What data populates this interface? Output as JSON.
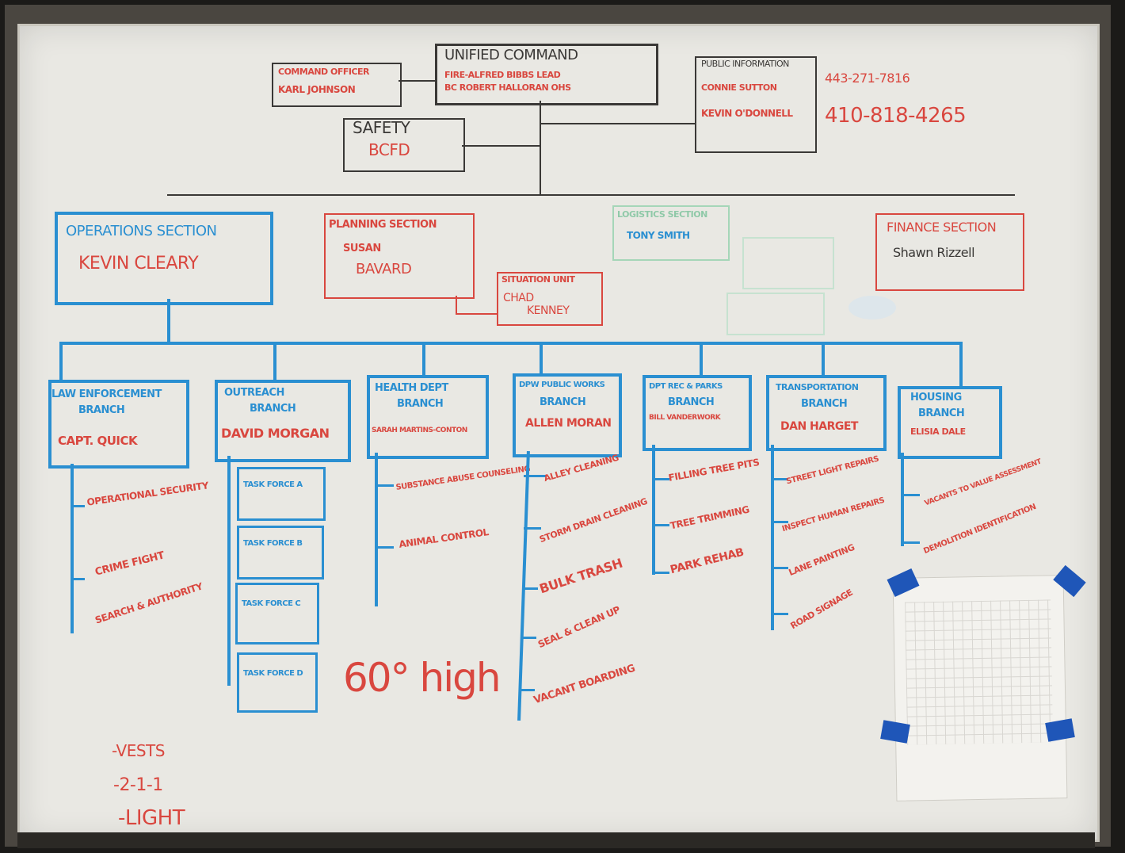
{
  "command": {
    "unified_title": "UNIFIED COMMAND",
    "unified_line1": "FIRE-ALFRED BIBBS LEAD",
    "unified_line2": "BC ROBERT HALLORAN OHS",
    "info_title": "COMMAND OFFICER",
    "info_name": "KARL JOHNSON",
    "public_title": "PUBLIC INFORMATION",
    "public_line1": "CONNIE SUTTON",
    "public_line2": "KEVIN O'DONNELL",
    "phone1": "443-271-7816",
    "phone2": "410-818-4265",
    "safety_title": "SAFETY",
    "safety_name": "BCFD"
  },
  "sections": {
    "operations_title": "OPERATIONS SECTION",
    "operations_name": "KEVIN CLEARY",
    "planning_title": "PLANNING SECTION",
    "planning_line1": "SUSAN",
    "planning_line2": "BAVARD",
    "situation_title": "SITUATION UNIT",
    "situation_line1": "CHAD",
    "situation_line2": "KENNEY",
    "logistics_title": "LOGISTICS SECTION",
    "logistics_name": "TONY SMITH",
    "finance_title": "FINANCE SECTION",
    "finance_name": "Shawn Rizzell"
  },
  "branches": [
    {
      "title1": "LAW ENFORCEMENT",
      "title2": "BRANCH",
      "lead": "CAPT. QUICK",
      "items": [
        "OPERATIONAL SECURITY",
        "CRIME FIGHT",
        "SEARCH & AUTHORITY"
      ]
    },
    {
      "title1": "OUTREACH",
      "title2": "BRANCH",
      "lead": "DAVID MORGAN",
      "items": [
        "TASK FORCE A",
        "TASK FORCE B",
        "TASK FORCE C",
        "TASK FORCE D"
      ]
    },
    {
      "title1": "HEALTH DEPT",
      "title2": "BRANCH",
      "lead": "SARAH MARTINS-CONTON",
      "items": [
        "SUBSTANCE ABUSE COUNSELING",
        "ANIMAL CONTROL"
      ]
    },
    {
      "title1": "DPW PUBLIC WORKS",
      "title2": "BRANCH",
      "lead": "ALLEN MORAN",
      "items": [
        "ALLEY CLEANING",
        "STORM DRAIN CLEANING",
        "BULK TRASH",
        "SEAL & CLEAN UP",
        "VACANT BOARDING"
      ]
    },
    {
      "title1": "DPT REC & PARKS",
      "title2": "BRANCH",
      "lead": "BILL VANDERWORK",
      "items": [
        "FILLING TREE PITS",
        "TREE TRIMMING",
        "PARK REHAB"
      ]
    },
    {
      "title1": "TRANSPORTATION",
      "title2": "BRANCH",
      "lead": "DAN HARGET",
      "items": [
        "STREET LIGHT REPAIRS",
        "INSPECT HUMAN REPAIRS",
        "LANE PAINTING",
        "ROAD SIGNAGE"
      ]
    },
    {
      "title1": "HOUSING",
      "title2": "BRANCH",
      "lead": "ELISIA DALE",
      "items": [
        "VACANTS TO VALUE ASSESSMENT",
        "DEMOLITION IDENTIFICATION"
      ]
    }
  ],
  "notes": {
    "temperature": "60° high",
    "list": [
      "-VESTS",
      "-2-1-1",
      "-LIGHT"
    ]
  }
}
